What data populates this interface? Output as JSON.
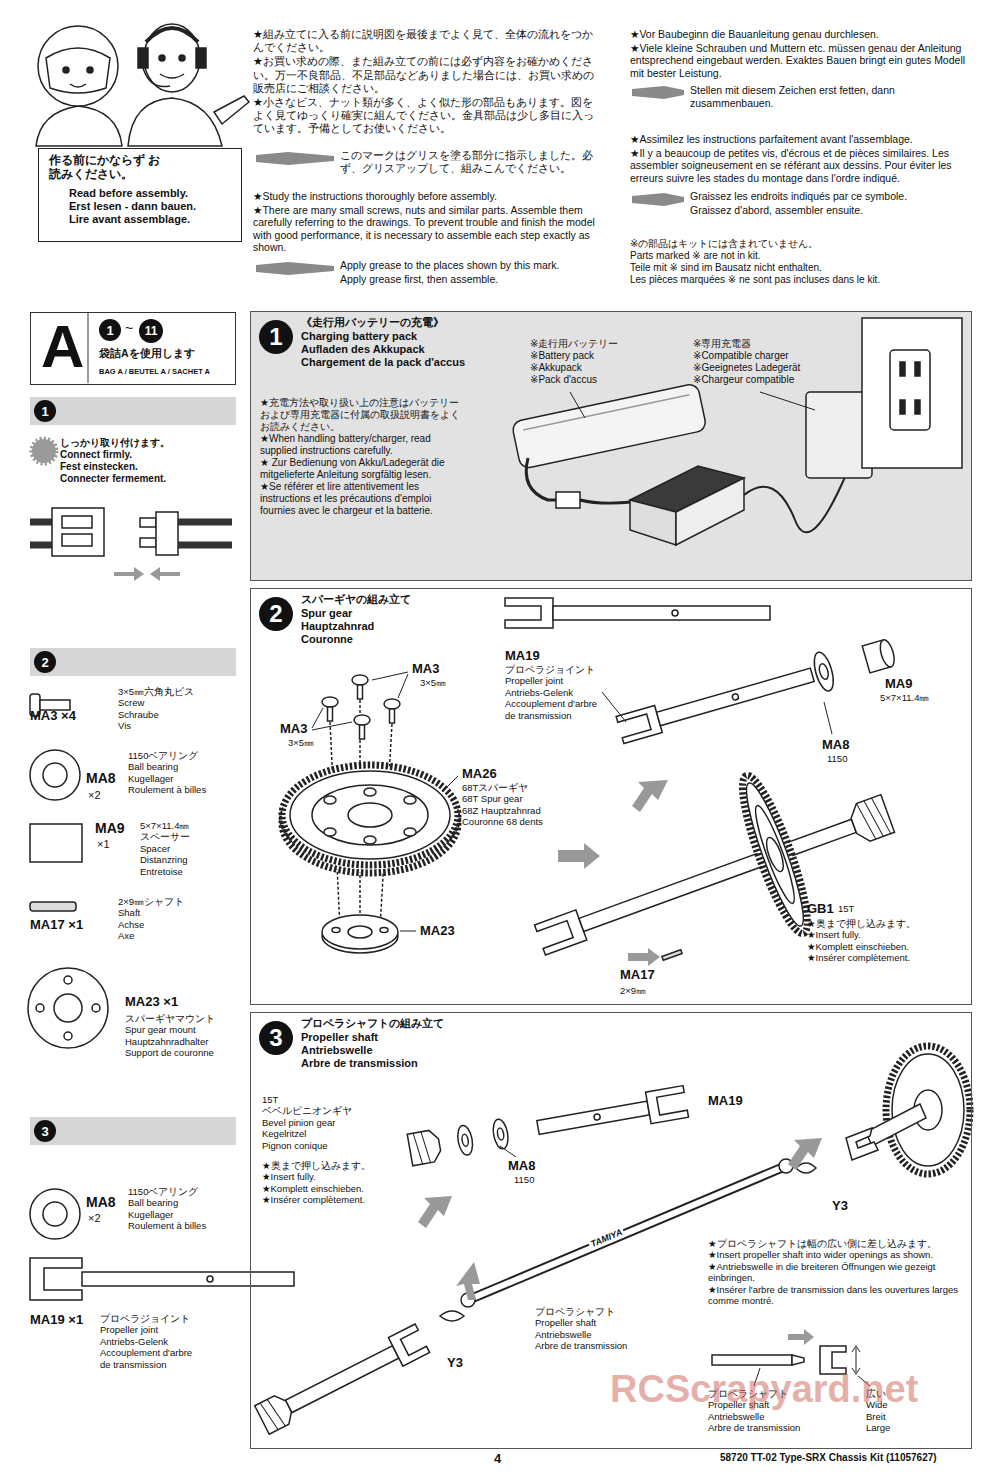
{
  "diagram": {
    "nodes": [
      {
        "text": [
          "作る前にかならず お読みください。",
          "Read before assembly.",
          "Erst lesen - dann bauen.",
          "Lire avant assemblage."
        ]
      },
      {
        "text": [
          "A",
          "1",
          "~",
          "11",
          "袋詰Aを使用します",
          "BAG A / BEUTEL A / SACHET A"
        ]
      },
      {
        "text": [
          "1"
        ]
      },
      {
        "text": [
          "1",
          "《走行用バッテリーの充電》",
          "Charging battery pack",
          "Aufladen des Akkupack",
          "Chargement de la pack d'accus"
        ]
      },
      {
        "text": [
          "2"
        ]
      },
      {
        "text": [
          "2",
          "スパーギヤの組み立て",
          "Spur gear",
          "Hauptzahnrad",
          "Couronne"
        ]
      },
      {
        "text": [
          "3"
        ]
      },
      {
        "text": [
          "3",
          "プロペラシャフトの組み立て",
          "Propeller shaft",
          "Antriebswelle",
          "Arbre de transmission"
        ]
      }
    ],
    "labels": [
      "★組み立てに入る前に説明図を最後までよく見て、全体の流れをつかんでください。",
      "★お買い求めの際、また組み立ての前には必ず内容をお確かめください。万一不良部品、不足部品などありました場合には、お買い求めの販売店にご相談ください。",
      "★小さなビス、ナット類が多く、よく似た形の部品もあります。図をよく見てゆっくり確実に組んでください。金具部品は少し多目に入っています。予備としてお使いください。",
      "このマークはグリスを塗る部分に指示しました。必ず、グリスアップして、組みこんでください。",
      "★Study the instructions thoroughly before assembly.",
      "★There are many small screws, nuts and similar parts. Assemble them carefully referring to the drawings. To prevent trouble and finish the model with good performance, it is necessary to assemble each step exactly as shown.",
      "Apply grease to the places shown by this mark.",
      "Apply grease first, then assemble.",
      "★Vor Baubeginn die Bauanleitung genau durchlesen.",
      "★Viele kleine Schrauben und Muttern etc. müssen genau der Anleitung entsprechend eingebaut werden. Exaktes Bauen bringt ein gutes Modell mit bester Leistung.",
      "Stellen mit diesem Zeichen erst fetten, dann zusammenbauen.",
      "★Assimilez les instructions parfaitement avant l'assemblage.",
      "★Il y a beaucoup de petites vis, d'écrous et de pièces similaires. Les assembler soigneusement en se référant aux dessins. Pour éviter les erreurs suivre les stades du montage dans l'ordre indiqué.",
      "Graissez les endroits indiqués par ce symbole.",
      "Graissez d'abord, assembler ensuite.",
      "※の部品はキットには含まれていません。",
      "Parts marked ※ are not in kit.",
      "Teile mit ※ sind im Bausatz nicht enthalten.",
      "Les pièces marquées ※ ne sont pas incluses dans le kit.",
      "しっかり取り付けます。",
      "Connect firmly.",
      "Fest einstecken.",
      "Connecter fermement.",
      "★充電方法や取り扱い上の注意はバッテリーおよび専用充電器に付属の取扱説明書をよくお読みください。",
      "★When handling battery/charger, read supplied instructions carefully.",
      "★ Zur Bedienung von Akku/Ladegerät die mitgelieferte Anleitung sorgfältig lesen.",
      "★Se référer et lire attentivement les instructions et les précautions d'emploi fournies avec le chargeur et la batterie.",
      "※走行用バッテリー",
      "※Battery pack",
      "※Akkupack",
      "※Pack d'accus",
      "※専用充電器",
      "※Compatible charger",
      "※Geeignetes Ladegerät",
      "※Chargeur compatible",
      "MA3 ×4",
      "3×5㎜六角丸ビス",
      "Screw",
      "Schraube",
      "Vis",
      "1150ベアリング",
      "Ball bearing",
      "Kugellager",
      "Roulement à billes",
      "MA8",
      "×2",
      "MA9",
      "×1",
      "5×7×11.4㎜",
      "スペーサー",
      "Spacer",
      "Distanzring",
      "Entretoise",
      "2×9㎜シャフト",
      "Shaft",
      "Achse",
      "Axe",
      "MA17 ×1",
      "MA23 ×1",
      "スパーギヤマウント",
      "Spur gear mount",
      "Hauptzahnradhalter",
      "Support de couronne",
      "MA3",
      "3×5㎜",
      "MA3",
      "3×5㎜",
      "MA26",
      "68Tスパーギヤ",
      "68T Spur gear",
      "68Z Hauptzahnrad",
      "Couronne 68 dents",
      "MA23",
      "MA19",
      "プロペラジョイント",
      "Propeller joint",
      "Antriebs-Gelenk",
      "Accouplement d'arbre de transmission",
      "MA9",
      "5×7×11.4㎜",
      "MA8",
      "1150",
      "GB1",
      "15T",
      "★奥まで押し込みます。",
      "★Insert fully.",
      "★Komplett einschieben.",
      "★Insérer complètement.",
      "MA17",
      "2×9㎜",
      "15T",
      "ベベルピニオンギヤ",
      "Bevel pinion gear",
      "Kegelritzel",
      "Pignon conique",
      "★奥まで押し込みます。",
      "★Insert fully.",
      "★Komplett einschieben.",
      "★Insérer complètement.",
      "MA19",
      "MA8",
      "1150",
      "Y3",
      "Y3",
      "TAMIYA",
      "プロペラシャフト",
      "Propeller shaft",
      "Antriebswelle",
      "Arbre de transmission",
      "★プロペラシャフトは幅の広い側に差し込みます。",
      "★Insert propeller shaft into wider openings as shown.",
      "★Antriebswelle in die breiteren Öffnungen wie gezeigt einbringen.",
      "★Insérer l'arbre de transmission dans les ouvertures larges comme montré.",
      "プロペラシャフト",
      "Propeller shaft",
      "Antriebswelle",
      "Arbre de transmission",
      "広い",
      "Wide",
      "Breit",
      "Large",
      "1150ベアリング",
      "Ball bearing",
      "Kugellager",
      "Roulement à billes",
      "MA8",
      "×2",
      "MA19 ×1",
      "プロペラジョイント",
      "Propeller joint",
      "Antriebs-Gelenk",
      "Accouplement d'arbre de transmission",
      "RCScrapyard.net",
      "4",
      "58720 TT-02 Type-SRX Chassis Kit (11057627)"
    ]
  }
}
